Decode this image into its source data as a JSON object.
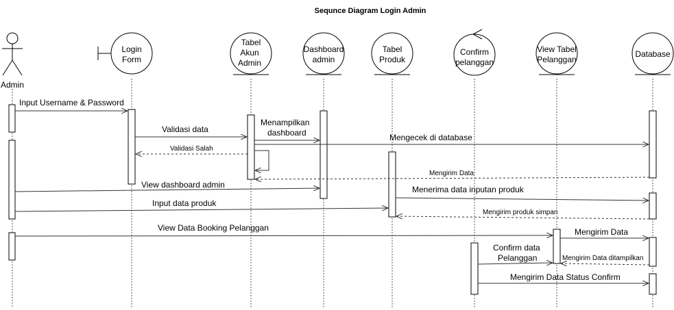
{
  "title": "Sequnce Diagram Login Admin",
  "participants": {
    "admin": "Admin",
    "login_form": [
      "Login",
      "Form"
    ],
    "tabel_akun": [
      "Tabel",
      "Akun",
      "Admin"
    ],
    "dashboard": [
      "Dashboard",
      "admin"
    ],
    "tabel_produk": [
      "Tabel",
      "Produk"
    ],
    "confirm": [
      "Confirm",
      "pelanggan"
    ],
    "view_tabel": [
      "View Tabel",
      "Pelanggan"
    ],
    "database": "Database"
  },
  "messages": {
    "m1": "Input Username & Password",
    "m2": "Validasi data",
    "m3": "Validasi Salah",
    "m4": [
      "Menampilkan",
      "dashboard"
    ],
    "m5": "Mengecek di database",
    "m6": "Mengirim Data",
    "m7": "View dashboard admin",
    "m8": "Menerima data inputan produk",
    "m9": "Input data produk",
    "m10": "Mengirim produk simpan",
    "m11": "View Data Booking Pelanggan",
    "m12": "Mengirim Data",
    "m13": [
      "Confirm data",
      "Pelanggan"
    ],
    "m14": "Mengirim Data ditampilkan",
    "m15": "Mengirim Data Status Confirm"
  }
}
